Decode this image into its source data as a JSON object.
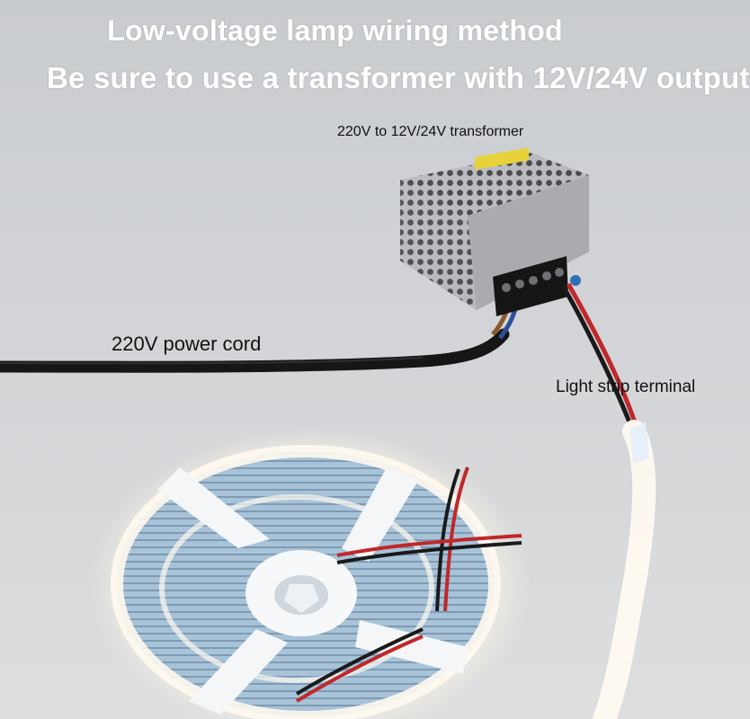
{
  "title": "Low-voltage lamp wiring method",
  "subtitle": "Be sure to use a transformer with 12V/24V output",
  "labels": {
    "transformer": "220V to 12V/24V transformer",
    "power_cord": "220V power cord",
    "strip_terminal": "Light strip terminal"
  },
  "colors": {
    "background": "#d0d2d5",
    "heading_text": "#ffffff",
    "label_text": "#111111",
    "wire_red": "#c0282a",
    "wire_black": "#1a1a1a",
    "led_glow": "#fff8e6",
    "reel": "#9fb7cc"
  }
}
